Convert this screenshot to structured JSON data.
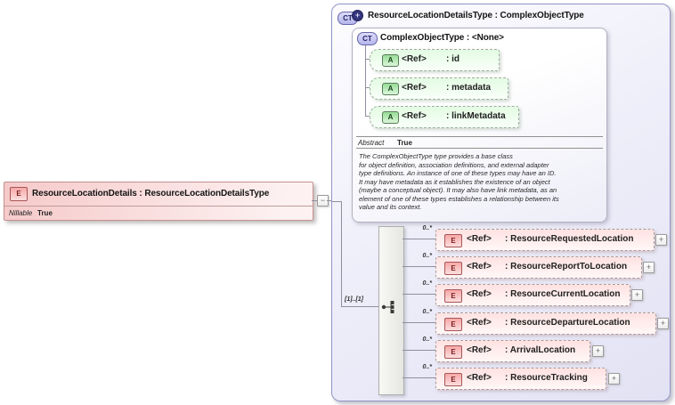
{
  "element_box": {
    "icon": "E",
    "title": "ResourceLocationDetails : ResourceLocationDetailsType",
    "property": {
      "label": "Nillable",
      "value": "True"
    },
    "connector_toggle": "−"
  },
  "type_box": {
    "icon": "CT",
    "icon_plus": "+",
    "title": "ResourceLocationDetailsType : ComplexObjectType",
    "base_type": {
      "icon": "CT",
      "title": "ComplexObjectType : <None>",
      "attributes": [
        {
          "icon": "A",
          "ref": "<Ref>",
          "name": ": id"
        },
        {
          "icon": "A",
          "ref": "<Ref>",
          "name": ": metadata"
        },
        {
          "icon": "A",
          "ref": "<Ref>",
          "name": ": linkMetadata"
        }
      ],
      "property": {
        "label": "Abstract",
        "value": "True"
      },
      "description_lines": [
        "The ComplexObjectType type provides a base class",
        "for object definition, association definitions, and external adapter",
        "type definitions. An instance of one of these types may have an ID.",
        "It may have metadata as it establishes the existence of an object",
        "(maybe a conceptual object). It may also have link metadata, as an",
        "element of one of these types establishes a relationship between its",
        "value and its context."
      ]
    },
    "sequence": {
      "cardinality": "[1]..[1]",
      "rows": [
        {
          "occurs": "0..*",
          "icon": "E",
          "ref": "<Ref>",
          "name": ": ResourceRequestedLocation",
          "expand": "+"
        },
        {
          "occurs": "0..*",
          "icon": "E",
          "ref": "<Ref>",
          "name": ": ResourceReportToLocation",
          "expand": "+"
        },
        {
          "occurs": "0..*",
          "icon": "E",
          "ref": "<Ref>",
          "name": ": ResourceCurrentLocation",
          "expand": "+"
        },
        {
          "occurs": "0..*",
          "icon": "E",
          "ref": "<Ref>",
          "name": ": ResourceDepartureLocation",
          "expand": "+"
        },
        {
          "occurs": "0..*",
          "icon": "E",
          "ref": "<Ref>",
          "name": ": ArrivalLocation",
          "expand": "+"
        },
        {
          "occurs": "0..*",
          "icon": "E",
          "ref": "<Ref>",
          "name": ": ResourceTracking",
          "expand": "+"
        }
      ]
    }
  },
  "colors": {
    "element_fill": "#f6c9c9",
    "element_border": "#c49191",
    "container_fill": "#e2e2f4",
    "container_border": "#9494c6",
    "attribute_fill": "#e3fbe3",
    "icon_a_fill": "#96dd96",
    "icon_e_fill": "#f7a8a8",
    "icon_ct_fill": "#b5b5ec"
  }
}
